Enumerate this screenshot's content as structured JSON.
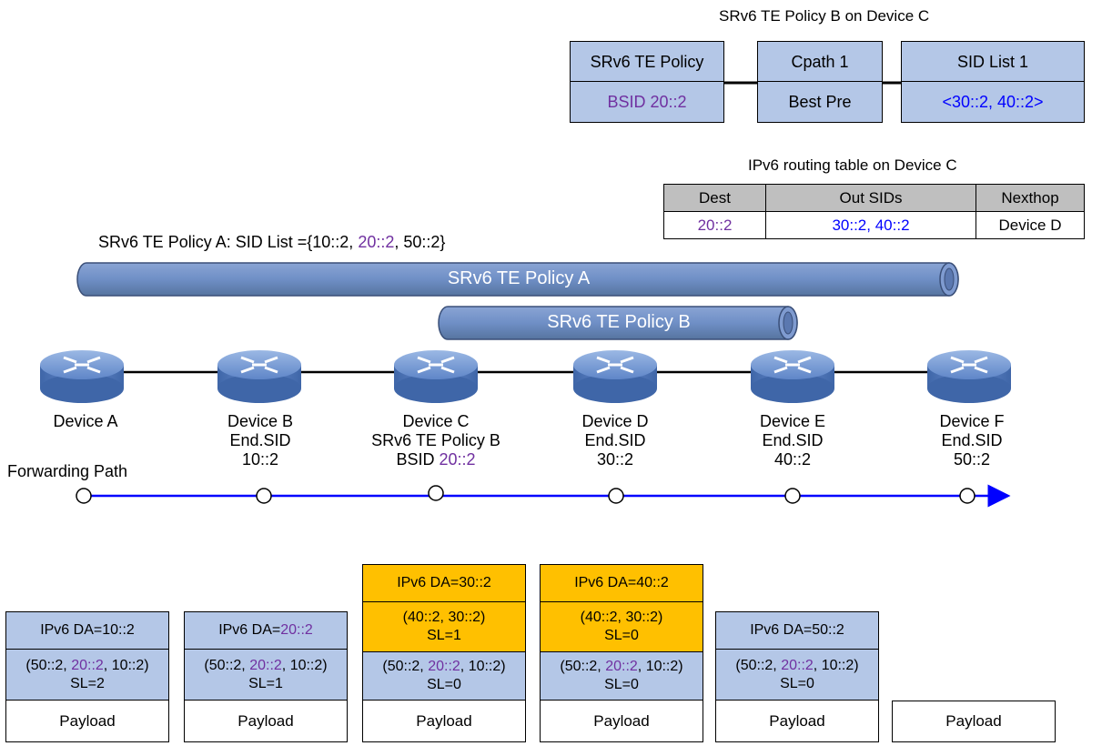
{
  "policy_b_structure": {
    "caption": "SRv6 TE Policy B on Device C",
    "policy_title": "SRv6 TE Policy",
    "policy_value": "BSID 20::2",
    "cpath_title": "Cpath 1",
    "cpath_value": "Best Pre",
    "sidlist_title": "SID List 1",
    "sidlist_value": "<30::2, 40::2>"
  },
  "routing_table": {
    "caption": "IPv6 routing table on Device C",
    "headers": [
      "Dest",
      "Out SIDs",
      "Nexthop"
    ],
    "row": [
      "20::2",
      "30::2, 40::2",
      "Device D"
    ]
  },
  "policy_a_caption": {
    "prefix": "SRv6 TE Policy A: SID List ={10::2, ",
    "mid": "20::2",
    "suffix": ", 50::2}"
  },
  "tunnels": {
    "a": "SRv6 TE Policy A",
    "b": "SRv6 TE Policy B"
  },
  "devices": [
    {
      "name": "Device A",
      "line2": "",
      "line3": "",
      "line3_highlight": ""
    },
    {
      "name": "Device B",
      "line2": "End.SID",
      "line3": "10::2",
      "line3_highlight": ""
    },
    {
      "name": "Device C",
      "line2": "SRv6 TE Policy B",
      "line3": "BSID ",
      "line3_highlight": "20::2"
    },
    {
      "name": "Device D",
      "line2": "End.SID",
      "line3": "30::2",
      "line3_highlight": ""
    },
    {
      "name": "Device E",
      "line2": "End.SID",
      "line3": "40::2",
      "line3_highlight": ""
    },
    {
      "name": "Device F",
      "line2": "End.SID",
      "line3": "50::2",
      "line3_highlight": ""
    }
  ],
  "forwarding_path_label": "Forwarding Path",
  "packets": [
    {
      "da": "IPv6 DA=10::2",
      "srh_pre": "(50::2, ",
      "srh_mid": "20::2",
      "srh_post": ", 10::2)",
      "srh_sl": "SL=2",
      "payload": "Payload"
    },
    {
      "da_pre": "IPv6 DA=",
      "da_mid": "20::2",
      "srh_pre": "(50::2, ",
      "srh_mid": "20::2",
      "srh_post": ", 10::2)",
      "srh_sl": "SL=1",
      "payload": "Payload"
    },
    {
      "outer_da": "IPv6 DA=30::2",
      "outer_srh": "(40::2, 30::2)",
      "outer_sl": "SL=1",
      "srh_pre": "(50::2, ",
      "srh_mid": "20::2",
      "srh_post": ", 10::2)",
      "srh_sl": "SL=0",
      "payload": "Payload"
    },
    {
      "outer_da": "IPv6 DA=40::2",
      "outer_srh": "(40::2, 30::2)",
      "outer_sl": "SL=0",
      "srh_pre": "(50::2, ",
      "srh_mid": "20::2",
      "srh_post": ", 10::2)",
      "srh_sl": "SL=0",
      "payload": "Payload"
    },
    {
      "da": "IPv6 DA=50::2",
      "srh_pre": "(50::2, ",
      "srh_mid": "20::2",
      "srh_post": ", 10::2)",
      "srh_sl": "SL=0",
      "payload": "Payload"
    },
    {
      "payload": "Payload"
    }
  ],
  "colors": {
    "highlight_purple": "#7030a0",
    "sid_blue": "#0000ff",
    "header_blue": "#b4c7e7",
    "encap_orange": "#ffc000",
    "tunnel_blue": "#6f8fc6",
    "path_blue": "#0000ff"
  }
}
